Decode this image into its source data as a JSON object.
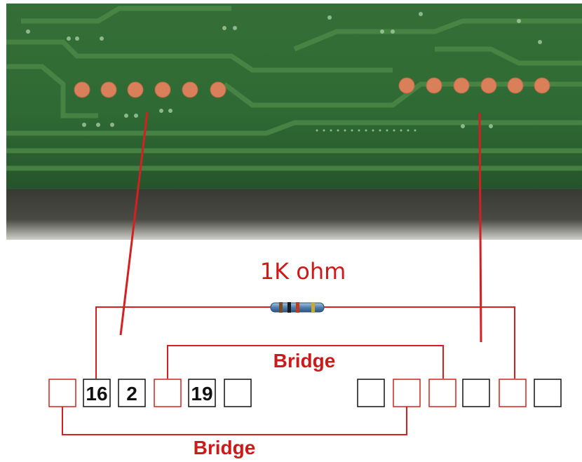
{
  "resistor": {
    "label": "1K ohm"
  },
  "bridges": {
    "top_label": "Bridge",
    "bottom_label": "Bridge"
  },
  "left_connector": {
    "pins": [
      {
        "label": "",
        "color": "red"
      },
      {
        "label": "16",
        "color": "black"
      },
      {
        "label": "2",
        "color": "black"
      },
      {
        "label": "",
        "color": "red"
      },
      {
        "label": "19",
        "color": "black"
      },
      {
        "label": "",
        "color": "black"
      }
    ]
  },
  "right_connector": {
    "pins": [
      {
        "label": "",
        "color": "black"
      },
      {
        "label": "",
        "color": "red"
      },
      {
        "label": "",
        "color": "red"
      },
      {
        "label": "",
        "color": "black"
      },
      {
        "label": "",
        "color": "red"
      },
      {
        "label": "",
        "color": "black"
      }
    ]
  },
  "colors": {
    "wire": "#d42020",
    "label": "#cc1a1a",
    "pad": "#d9805a",
    "board": "#2f6a34",
    "board_edge": "#3a3a36"
  }
}
